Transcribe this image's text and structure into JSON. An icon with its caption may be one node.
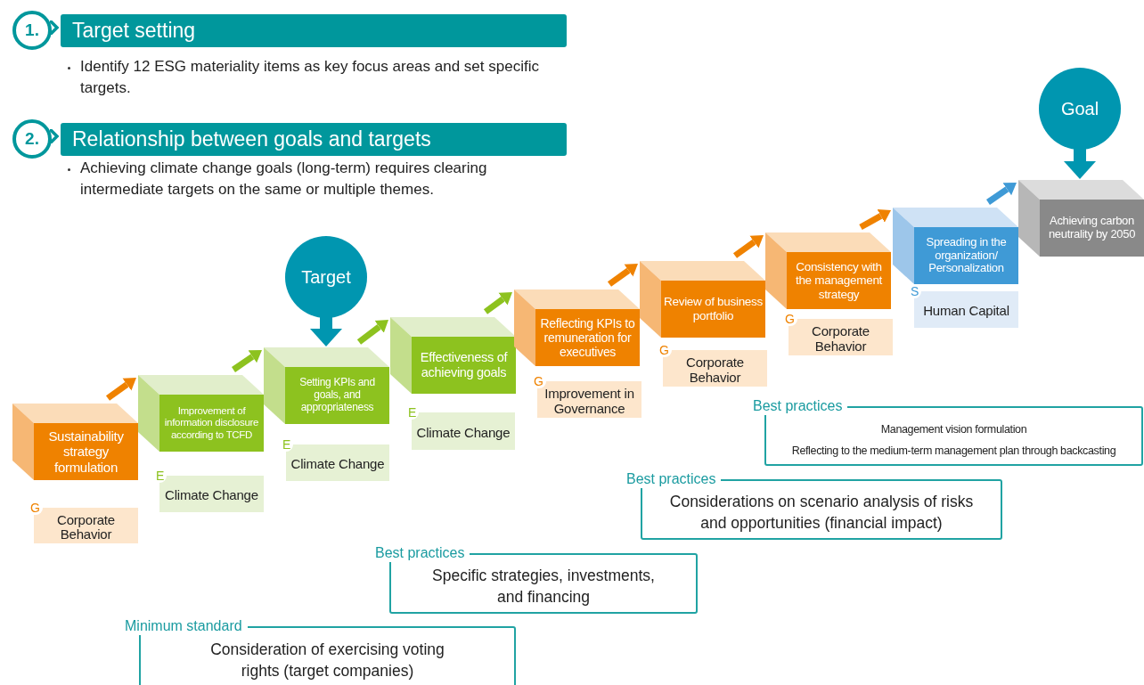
{
  "diagram": {
    "nodes": [
      {
        "text": [
          "1.",
          "Target setting"
        ]
      },
      {
        "text": [
          "2.",
          "Relationship between goals and targets"
        ]
      },
      {
        "text": [
          "Sustainability strategy formulation"
        ]
      },
      {
        "text": [
          "Improvement of information disclosure according to TCFD"
        ]
      },
      {
        "text": [
          "Setting KPIs and goals, and appropriateness"
        ]
      },
      {
        "text": [
          "Effectiveness of achieving goals"
        ]
      },
      {
        "text": [
          "Reflecting KPIs to remuneration for executives"
        ]
      },
      {
        "text": [
          "Review of business portfolio"
        ]
      },
      {
        "text": [
          "Consistency with the management strategy"
        ]
      },
      {
        "text": [
          "Spreading in the organization/ Personalization"
        ]
      },
      {
        "text": [
          "Achieving carbon neutrality by 2050"
        ]
      },
      {
        "text": [
          "G",
          "Corporate Behavior"
        ]
      },
      {
        "text": [
          "E",
          "Climate Change"
        ]
      },
      {
        "text": [
          "E",
          "Climate Change"
        ]
      },
      {
        "text": [
          "E",
          "Climate Change"
        ]
      },
      {
        "text": [
          "G",
          "Improvement in Governance"
        ]
      },
      {
        "text": [
          "G",
          "Corporate Behavior"
        ]
      },
      {
        "text": [
          "G",
          "Corporate Behavior"
        ]
      },
      {
        "text": [
          "S",
          "Human Capital"
        ]
      },
      {
        "text": [
          "Target"
        ]
      },
      {
        "text": [
          "Goal"
        ]
      },
      {
        "text": [
          "Best practices",
          "Management vision formulation",
          "Reflecting to the medium-term management plan through backcasting"
        ]
      },
      {
        "text": [
          "Best practices",
          "Considerations on scenario analysis of risks and opportunities (financial impact)"
        ]
      },
      {
        "text": [
          "Best practices",
          "Specific strategies, investments, and financing"
        ]
      },
      {
        "text": [
          "Minimum standard",
          "Consideration of exercising voting rights (target companies)"
        ]
      }
    ],
    "edges": [
      {
        "from": 2,
        "to": 3,
        "arrow": "to"
      },
      {
        "from": 3,
        "to": 4,
        "arrow": "to",
        "color": "#8dc21f"
      },
      {
        "from": 4,
        "to": 5,
        "arrow": "to",
        "color": "#8dc21f"
      },
      {
        "from": 5,
        "to": 6,
        "arrow": "to",
        "color": "#8dc21f"
      },
      {
        "from": 6,
        "to": 7,
        "arrow": "to"
      },
      {
        "from": 7,
        "to": 8,
        "arrow": "to"
      },
      {
        "from": 8,
        "to": 9,
        "arrow": "to"
      },
      {
        "from": 9,
        "to": 10,
        "arrow": "to",
        "color": "#3f9ad6"
      },
      {
        "from": 19,
        "to": 4,
        "arrow": "to",
        "style": "thick",
        "color": "#0096b0"
      },
      {
        "from": 20,
        "to": 10,
        "arrow": "to",
        "style": "thick",
        "color": "#0096b0"
      }
    ],
    "labels": [
      "Identify 12 ESG materiality items as key focus areas and set specific targets.",
      "Achieving climate change goals (long-term) requires clearing intermediate targets on the same or multiple themes."
    ]
  }
}
